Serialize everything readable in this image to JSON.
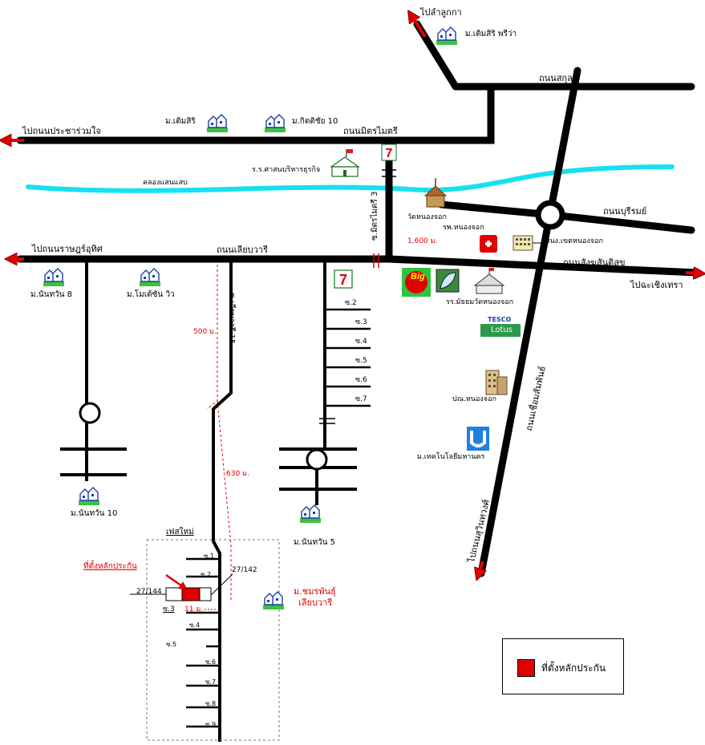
{
  "roads": {
    "sakun_di": "ถนนสกุลดี",
    "mit_maitri": "ถนนมิตรไมตรี",
    "liap_wari": "ถนนเลียบวารี",
    "buriram": "ถนนบุรีรมย์",
    "sangkhom_santisuk": "ถนนสังฆสันติสุข",
    "chuam_samphan": "ถนนเชื่อมสัมพันธ์",
    "mit_maitri_3": "ซ.มิตรไมตรี 3",
    "liap_wari_15": "ซ.เลียบวารี 15"
  },
  "directions": {
    "lam_luk_ka": "ไปลำลูกกา",
    "pracha_ruam_jai": "ไปถนนประชาร่วมใจ",
    "rat_uthit": "ไปถนนราษฎร์อุทิศ",
    "chachoengsao": "ไปฉะเชิงเทรา",
    "suwinthawong": "ไปถนนสุวินทวงศ์"
  },
  "canal": "คลองแสนแสบ",
  "villages": {
    "ta_siri_pre": "ม.เติมสิริ พรีว่า",
    "ta_siri": "ม.เติมสิริ",
    "kitti_chai_10": "ม.กิตติชัย 10",
    "nanthawan_8": "ม.นันทวัน 8",
    "monte_vista": "ม.โมเต้ซัน วิว",
    "nanthawan_10": "ม.นันทวัน 10",
    "nanthawan_5": "ม.นันทวัน 5",
    "chomphu_name": "ม.ชมรพันธุ์",
    "chomphu_sub": "เลียบวารี"
  },
  "places": {
    "school_sasana": "ร.ร.ศาสนบริหารธุรกิจ",
    "wat_nong_chok": "วัดหนองจอก",
    "hospital": "รพ.หนองจอก",
    "district_office": "สนง.เขตหนองจอก",
    "secondary_school": "รร.มัธยมวัดหนองจอก",
    "tesco_top": "TESCO",
    "tesco_bottom": "Lotus",
    "post_office": "ปณ.หนองจอก",
    "university": "ม.เทคโนโลยีมหานคร",
    "big_c": "Big",
    "seven_eleven": "7"
  },
  "distances": {
    "d1600": "1,600 ม.",
    "d500": "500 ม.",
    "d630": "630 ม.",
    "d11": "11 ม."
  },
  "sois": [
    "ซ.2",
    "ซ.3",
    "ซ.4",
    "ซ.5",
    "ซ.6",
    "ซ.7"
  ],
  "inset": {
    "phase": "เฟสใหม่",
    "collateral_label": "ที่ตั้งหลักประกัน",
    "house_left": "27/144",
    "house_right": "27/142",
    "sois": [
      "ซ.1",
      "ซ.2",
      "ซ.3",
      "ซ.4",
      "ซ.5",
      "ซ.6",
      "ซ.7",
      "ซ.8",
      "ซ.9"
    ]
  },
  "legend": {
    "label": "ที่ตั้งหลักประกัน",
    "color": "#e00000"
  },
  "colors": {
    "road": "#000000",
    "canal": "#18e0f0",
    "arrow": "#e00000"
  }
}
